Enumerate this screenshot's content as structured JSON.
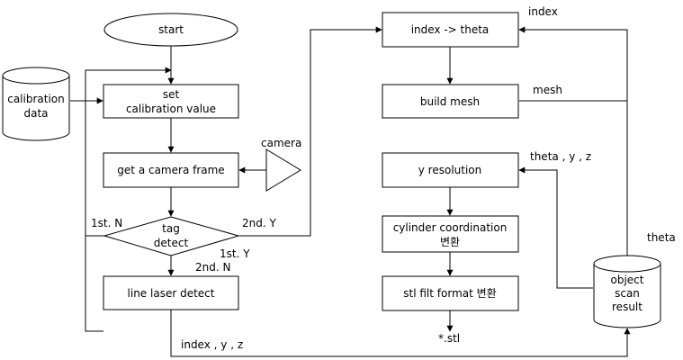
{
  "nodes": {
    "start": "start",
    "calibration_data": [
      "calibration",
      "data"
    ],
    "set_calibration": [
      "set",
      "calibration value"
    ],
    "get_frame": "get a camera frame",
    "camera": "camera",
    "tag_detect": [
      "tag",
      "detect"
    ],
    "line_laser": "line laser detect",
    "index_theta": "index -> theta",
    "build_mesh": "build mesh",
    "y_resolution": "y resolution",
    "cylinder": [
      "cylinder coordination",
      "변환"
    ],
    "stl_format": "stl filt format 변환",
    "object_scan": [
      "object",
      "scan",
      "result"
    ]
  },
  "edge_labels": {
    "first_n": "1st. N",
    "second_y": "2nd. Y",
    "first_y": "1st. Y",
    "second_n": "2nd. N",
    "index_y_z": "index , y , z",
    "stl_out": "*.stl",
    "index": "index",
    "mesh": "mesh",
    "theta_y_z": "theta , y , z",
    "theta": "theta"
  }
}
